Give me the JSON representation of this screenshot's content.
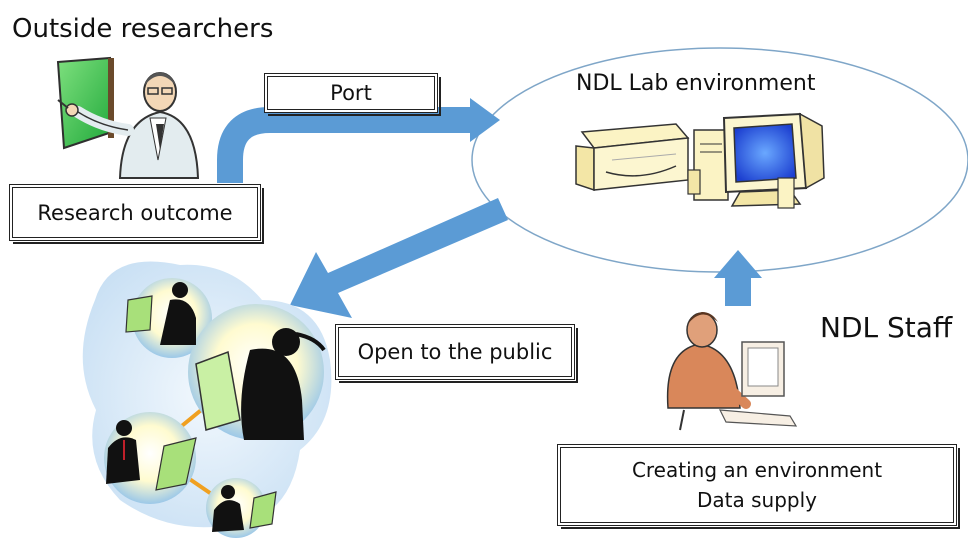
{
  "outside_researchers": {
    "label": "Outside researchers"
  },
  "port": {
    "label": "Port"
  },
  "research_outcome": {
    "label": "Research outcome"
  },
  "lab": {
    "label": "NDL Lab environment"
  },
  "staff": {
    "label": "NDL Staff"
  },
  "public": {
    "label": "Open to the public"
  },
  "staff_tasks": {
    "line1": "Creating an environment",
    "line2": "Data supply"
  },
  "colors": {
    "arrow": "#5b9bd5",
    "ellipse_stroke": "#7fa6c8",
    "network_line": "#f0a020",
    "cloud": "#cfe3f5"
  },
  "icons": {
    "researcher": "presenter-icon",
    "computer": "desktop-computer-icon",
    "drive": "disk-drive-icon",
    "staff": "office-worker-icon",
    "network": "networked-users-icon"
  }
}
